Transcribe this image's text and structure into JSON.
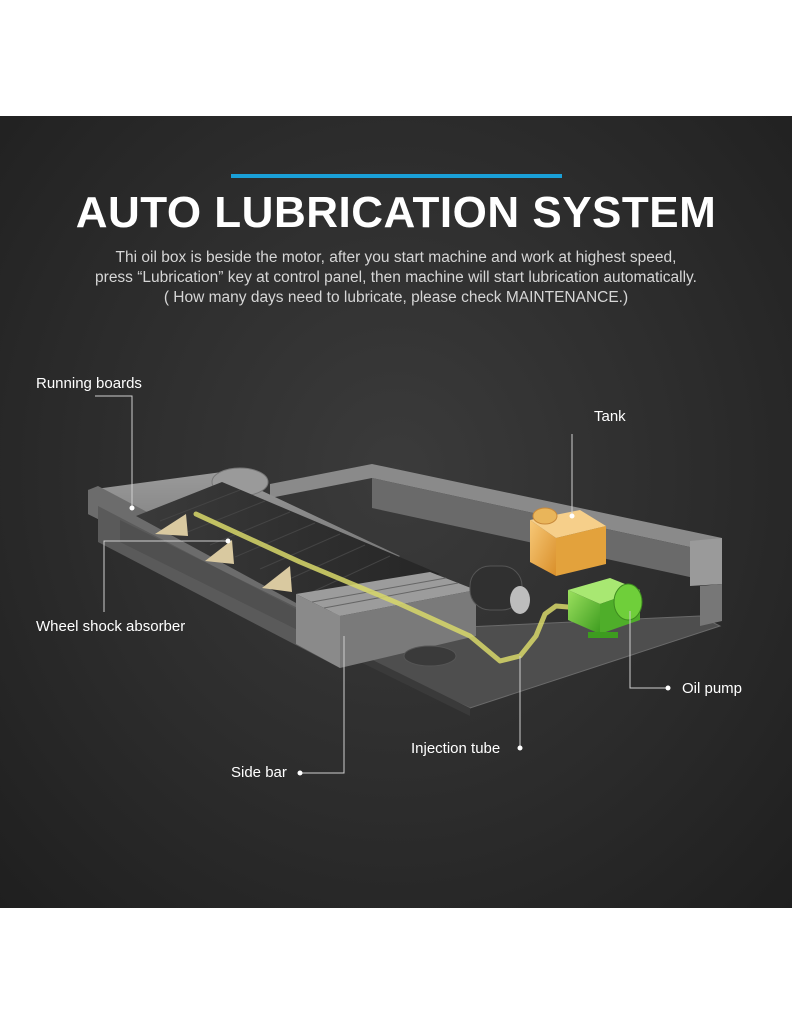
{
  "header": {
    "title": "AUTO LUBRICATION SYSTEM",
    "description": [
      "Thi oil box is beside the motor, after you start machine and work at highest speed,",
      "press “Lubrication” key at control panel, then machine will start lubrication automatically.",
      "( How many days need to lubricate, please check MAINTENANCE.)"
    ]
  },
  "labels": {
    "running_boards": "Running boards",
    "tank": "Tank",
    "wheel_shock_absorber": "Wheel shock absorber",
    "oil_pump": "Oil pump",
    "injection_tube": "Injection tube",
    "side_bar": "Side bar"
  },
  "colors": {
    "accent_bar": "#1aa0d8",
    "background": "#2c2c2c",
    "tank": "#f0b24a",
    "oil_pump": "#6fcf3a",
    "injection_tube": "#d8d86a",
    "frame": "#7a7a7a"
  }
}
